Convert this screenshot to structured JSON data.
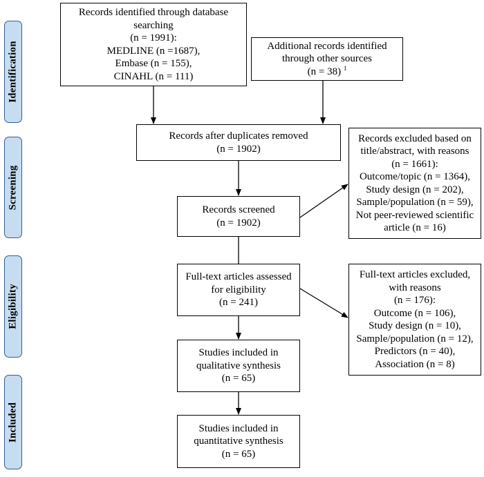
{
  "phases": {
    "identification": "Identification",
    "screening": "Screening",
    "eligibility": "Eligibility",
    "included": "Included"
  },
  "boxes": {
    "database_search": {
      "lines": [
        "Records identified through database",
        "searching",
        "(n = 1991):",
        "MEDLINE (n =1687),",
        "Embase (n = 155),",
        "CINAHL (n = 111)"
      ]
    },
    "other_sources": {
      "lines": [
        "Additional records identified",
        "through other sources"
      ],
      "count": "(n = 38)",
      "footnote": "1"
    },
    "duplicates_removed": {
      "lines": [
        "Records after duplicates removed",
        "(n = 1902)"
      ]
    },
    "records_screened": {
      "lines": [
        "Records screened",
        "(n = 1902)"
      ]
    },
    "records_excluded": {
      "lines": [
        "Records excluded based on",
        "title/abstract, with reasons",
        "(n = 1661):",
        "Outcome/topic (n = 1364),",
        "Study design (n = 202),",
        "Sample/population (n = 59),",
        "Not peer-reviewed scientific",
        "article (n = 16)"
      ]
    },
    "fulltext_assessed": {
      "lines": [
        "Full-text articles assessed",
        "for eligibility",
        "(n = 241)"
      ]
    },
    "fulltext_excluded": {
      "lines": [
        "Full-text articles excluded,",
        "with reasons",
        "(n = 176):",
        "Outcome (n = 106),",
        "Study design (n = 10),",
        "Sample/population (n = 12),",
        "Predictors (n = 40),",
        "Association (n = 8)"
      ]
    },
    "qualitative": {
      "lines": [
        "Studies included in",
        "qualitative synthesis",
        "(n = 65)"
      ]
    },
    "quantitative": {
      "lines": [
        "Studies included in",
        "quantitative synthesis",
        "(n = 65)"
      ]
    }
  }
}
